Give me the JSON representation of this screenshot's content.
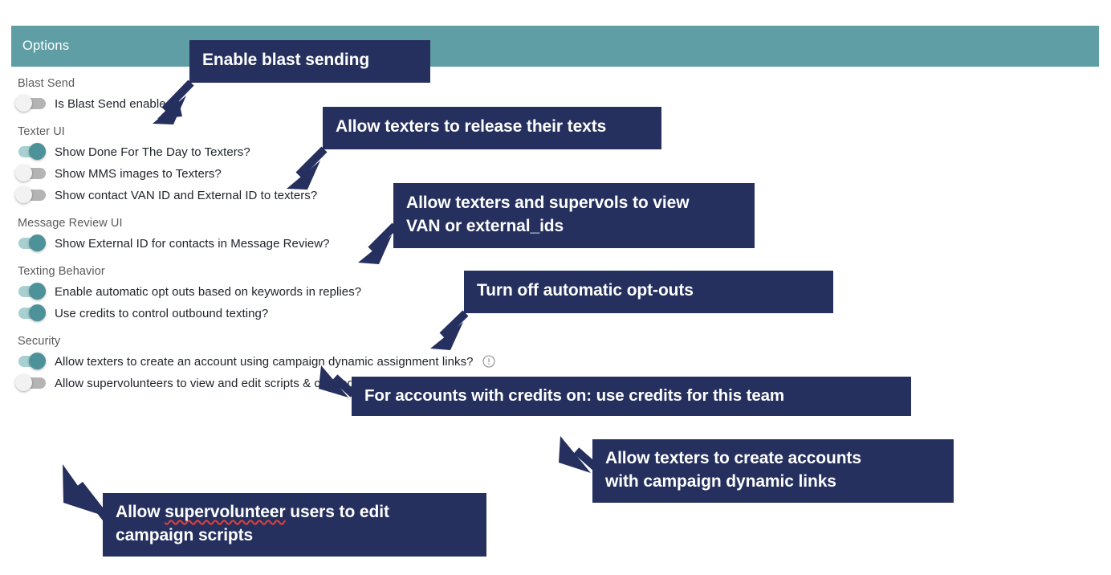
{
  "panel": {
    "header_title": "Options",
    "header_color": "#5f9ea4"
  },
  "theme": {
    "teal": "#5f9ea4",
    "toggle_on_track": "#a8cfd1",
    "toggle_on_thumb": "#4e9299",
    "toggle_off_track": "#b4b4b4",
    "toggle_off_thumb": "#f2f2f2",
    "callout_navy": "#25305e",
    "spellcheck_red": "#e0403a"
  },
  "groups": [
    {
      "title": "Blast Send",
      "rows": [
        {
          "label": "Is Blast Send enabled?",
          "state": "off",
          "info": false
        }
      ]
    },
    {
      "title": "Texter UI",
      "rows": [
        {
          "label": "Show Done For The Day to Texters?",
          "state": "on",
          "info": false
        },
        {
          "label": "Show MMS images to Texters?",
          "state": "off",
          "info": false
        },
        {
          "label": "Show contact VAN ID and External ID to texters?",
          "state": "off",
          "info": false
        }
      ]
    },
    {
      "title": "Message Review UI",
      "rows": [
        {
          "label": "Show External ID for contacts in Message Review?",
          "state": "on",
          "info": false
        }
      ]
    },
    {
      "title": "Texting Behavior",
      "rows": [
        {
          "label": "Enable automatic opt outs based on keywords in replies?",
          "state": "on",
          "info": false
        },
        {
          "label": "Use credits to control outbound texting?",
          "state": "on",
          "info": false
        }
      ]
    },
    {
      "title": "Security",
      "rows": [
        {
          "label": "Allow texters to create an account using campaign dynamic assignment links?",
          "state": "on",
          "info": true,
          "info_icon": "exclamation-circle-icon"
        },
        {
          "label": "Allow supervoluntee​rs to view and edit scripts & canned responses?",
          "state": "off",
          "info": false
        }
      ]
    }
  ],
  "annotations": [
    {
      "id": "blast-sending",
      "text": "Enable blast sending"
    },
    {
      "id": "release-texts",
      "text": "Allow texters to release their texts"
    },
    {
      "id": "view-van-ids",
      "line1": "Allow texters and supervols to view",
      "line2": "VAN or external_ids"
    },
    {
      "id": "opt-outs",
      "text": "Turn off automatic opt-outs"
    },
    {
      "id": "credits",
      "text": "For accounts with credits on: use credits for this team"
    },
    {
      "id": "dynamic-links",
      "line1": "Allow texters to create accounts",
      "line2": "with campaign dynamic links"
    },
    {
      "id": "edit-scripts",
      "line1a": "Allow ",
      "line1b": "supervolunteer",
      "line1c": " users to edit",
      "line2": "campaign scripts"
    }
  ]
}
